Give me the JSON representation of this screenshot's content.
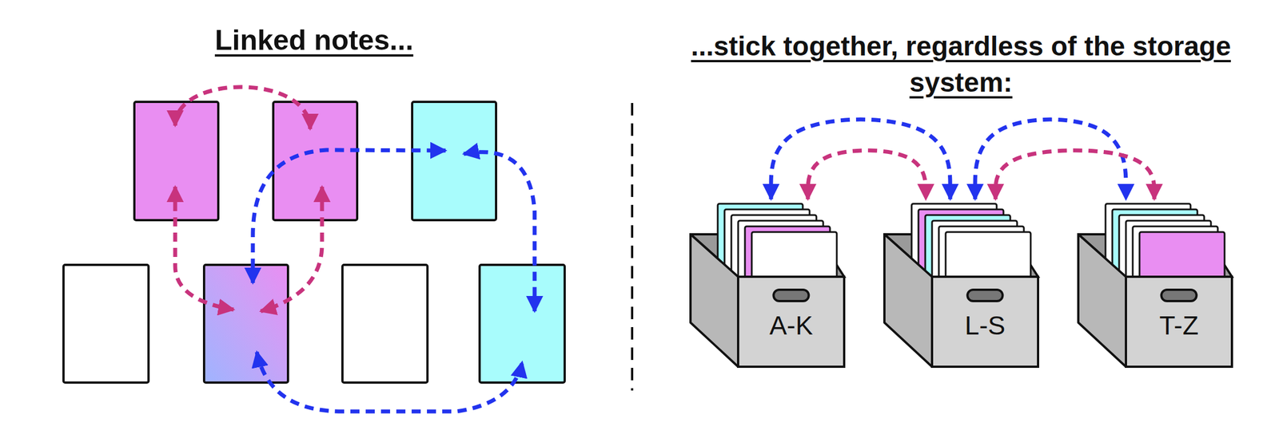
{
  "diagram": {
    "title": "Linked notes...",
    "nodes": [
      {
        "text": [
          "A-K"
        ]
      },
      {
        "text": [
          "L-S"
        ]
      },
      {
        "text": [
          "T-Z"
        ]
      }
    ],
    "edges": [
      {
        "from": 0,
        "to": 1,
        "arrow": "both"
      },
      {
        "from": 0,
        "to": 1,
        "arrow": "both"
      },
      {
        "from": 1,
        "to": 2,
        "arrow": "both"
      },
      {
        "from": 1,
        "to": 2,
        "arrow": "both"
      }
    ],
    "labels": [
      "...stick together, regardless of the storage system:"
    ]
  }
}
